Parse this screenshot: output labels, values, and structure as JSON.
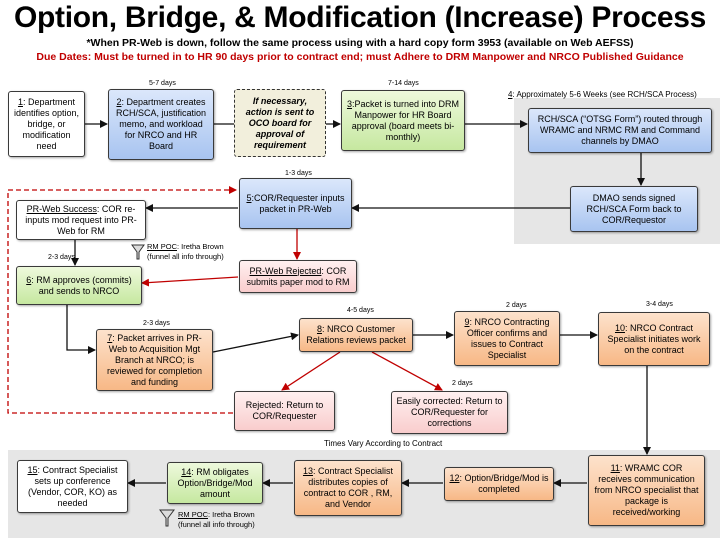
{
  "title": "Option, Bridge, & Modification (Increase) Process",
  "subtitle_note": "*When PR-Web is down, follow the same process using with a hard copy form 3953 (available on Web AEFSS)",
  "due_dates": "Due Dates: Must be turned in to HR 90 days  prior to contract end; must Adhere to DRM Manpower and NRCO Published Guidance",
  "steps": {
    "s1": {
      "num": "1",
      "text": ": Department identifies option, bridge, or modification need"
    },
    "s2": {
      "num": "2",
      "text": ": Department creates RCH/SCA, justification memo, and workload for NRCO and HR Board"
    },
    "oco": {
      "text": "If necessary, action is sent to OCO board for approval of requirement"
    },
    "s3": {
      "num": "3",
      "text": ":Packet is turned into DRM Manpower for HR Board approval (board meets bi-monthly)"
    },
    "s4_header": {
      "num": "4",
      "text": ": Approximately 5-6 Weeks (see RCH/SCA Process)"
    },
    "otsg": {
      "text": "RCH/SCA (“OTSG Form”) routed through WRAMC and NRMC RM and Command channels by DMAO"
    },
    "dmao": {
      "text": "DMAO sends signed RCH/SCA Form back to COR/Requestor"
    },
    "s5": {
      "num": "5",
      "text": ":COR/Requester inputs packet in PR-Web"
    },
    "success": {
      "head": "PR-Web Success",
      "text": ": COR re-inputs mod request into PR-Web for RM"
    },
    "rejected_web": {
      "head": "PR-Web Rejected",
      "text": ": COR submits paper mod to RM"
    },
    "s6": {
      "num": "6",
      "text": ": RM approves (commits) and sends to NRCO"
    },
    "s7": {
      "num": "7",
      "text": ": Packet arrives in PR-Web to Acquisition Mgt Branch at NRCO; is reviewed for completion and funding"
    },
    "s8": {
      "num": "8",
      "text": ": NRCO Customer Relations reviews packet"
    },
    "s9": {
      "num": "9",
      "text": ": NRCO Contracting Officer confirms and issues to Contract Specialist"
    },
    "s10": {
      "num": "10",
      "text": ": NRCO Contract Specialist initiates work on the contract"
    },
    "rejected": {
      "text": "Rejected: Return to COR/Requester"
    },
    "corrected": {
      "text": "Easily corrected: Return to COR/Requester for corrections"
    },
    "s11": {
      "num": "11",
      "text": ": WRAMC COR receives communication from NRCO specialist that package is received/working"
    },
    "s12": {
      "num": "12",
      "text": ": Option/Bridge/Mod is completed"
    },
    "s13": {
      "num": "13",
      "text": ": Contract Specialist distributes copies of contract to COR , RM, and Vendor"
    },
    "s14": {
      "num": "14",
      "text": ": RM obligates Option/Bridge/Mod amount"
    },
    "s15": {
      "num": "15",
      "text": ": Contract Specialist sets up conference (Vendor, COR, KO) as needed"
    }
  },
  "durations": {
    "d57": "5-7 days",
    "d714": "7-14 days",
    "d13": "1-3 days",
    "d23a": "2-3 days",
    "d23b": "2-3 days",
    "d45": "4-5 days",
    "d2a": "2 days",
    "d34": "3-4 days",
    "d2b": "2 days"
  },
  "rm_poc": {
    "head": "RM POC",
    "name": ": Iretha Brown",
    "note": "(funnel all info through)"
  },
  "times_vary": "Times Vary According to Contract",
  "colors": {
    "accent_red": "#c00000",
    "arrow_red": "#c00000",
    "gray_region": "#e6e6e6"
  }
}
